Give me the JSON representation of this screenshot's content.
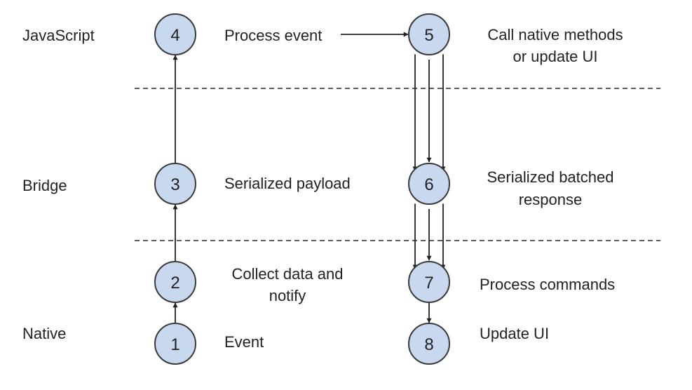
{
  "layers": [
    {
      "id": "javascript",
      "label": "JavaScript"
    },
    {
      "id": "bridge",
      "label": "Bridge"
    },
    {
      "id": "native",
      "label": "Native"
    }
  ],
  "steps": [
    {
      "id": "1",
      "number": "1",
      "label_lines": [
        "Event"
      ]
    },
    {
      "id": "2",
      "number": "2",
      "label_lines": [
        "Collect data and",
        "notify"
      ]
    },
    {
      "id": "3",
      "number": "3",
      "label_lines": [
        "Serialized payload"
      ]
    },
    {
      "id": "4",
      "number": "4",
      "label_lines": [
        "Process event"
      ]
    },
    {
      "id": "5",
      "number": "5",
      "label_lines": [
        "Call native methods",
        "or update UI"
      ]
    },
    {
      "id": "6",
      "number": "6",
      "label_lines": [
        "Serialized batched",
        "response"
      ]
    },
    {
      "id": "7",
      "number": "7",
      "label_lines": [
        "Process commands"
      ]
    },
    {
      "id": "8",
      "number": "8",
      "label_lines": [
        "Update UI"
      ]
    }
  ],
  "edges": [
    {
      "from": "1",
      "to": "2",
      "count": 1
    },
    {
      "from": "2",
      "to": "3",
      "count": 1
    },
    {
      "from": "3",
      "to": "4",
      "count": 1
    },
    {
      "from": "4",
      "to": "5",
      "count": 1
    },
    {
      "from": "5",
      "to": "6",
      "count": 3
    },
    {
      "from": "6",
      "to": "7",
      "count": 3
    },
    {
      "from": "7",
      "to": "8",
      "count": 1
    }
  ],
  "colors": {
    "node_fill": "#c8d8ee",
    "node_stroke": "#3a3a3a",
    "line": "#222222",
    "text": "#222222",
    "divider": "#444444"
  }
}
